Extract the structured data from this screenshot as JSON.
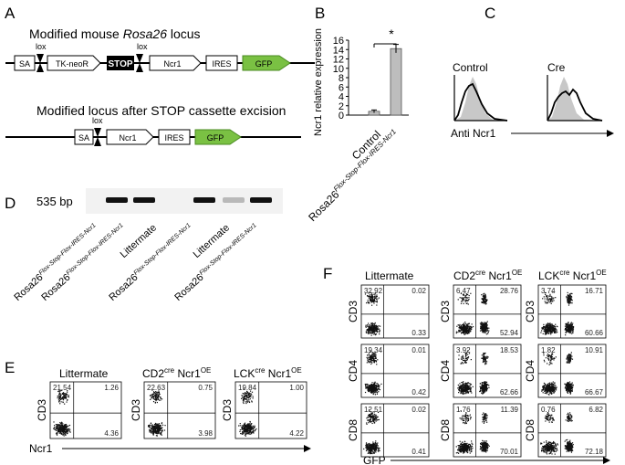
{
  "panels": {
    "a": "A",
    "b": "B",
    "c": "C",
    "d": "D",
    "e": "E",
    "f": "F"
  },
  "panel_a": {
    "title1": "Modified mouse ",
    "title1_italic": "Rosa26",
    "title1_tail": " locus",
    "title2": "Modified locus  after STOP cassette excision",
    "lox": "lox",
    "boxes1": [
      "SA",
      "TK-neoR",
      "STOP",
      "Ncr1",
      "IRES",
      "GFP"
    ],
    "boxes2": [
      "SA",
      "Ncr1",
      "IRES",
      "GFP"
    ]
  },
  "panel_b": {
    "ylabel": "Ncr1 relative expression",
    "star": "*",
    "cat_control": "Control",
    "cat_rosa_main": "Rosa26",
    "cat_rosa_sup": "Flox-Stop-Flox-IRES-Ncr1"
  },
  "chart_data": {
    "type": "bar",
    "categories": [
      "Control",
      "Rosa26Flox-Stop-Flox-IRES-Ncr1"
    ],
    "values": [
      0.8,
      14.2
    ],
    "errors": [
      0.3,
      0.9
    ],
    "ylim": [
      0,
      16
    ],
    "yticks": [
      0,
      2,
      4,
      6,
      8,
      10,
      12,
      14,
      16
    ],
    "ylabel": "Ncr1 relative expression",
    "significance": "*"
  },
  "panel_c": {
    "control": "Control",
    "cre": "Cre",
    "xlabel": "Anti Ncr1"
  },
  "panel_d": {
    "band_label": "535 bp",
    "lane_labels": [
      {
        "main": "Rosa26",
        "sup": "Flox-Stop-Flox-IRES-Ncr1"
      },
      {
        "main": "Rosa26",
        "sup": "Flox-Stop-Flox-IRES-Ncr1"
      },
      {
        "main": "Littermate",
        "sup": ""
      },
      {
        "main": "Rosa26",
        "sup": "Flox-Stop-Flox-IRES-Ncr1"
      },
      {
        "main": "Littermate",
        "sup": ""
      },
      {
        "main": "Rosa26",
        "sup": "Flox-Stop-Flox-IRES-Ncr1"
      }
    ],
    "bands": [
      1,
      1,
      0,
      1,
      0.25,
      1
    ]
  },
  "panel_e": {
    "titles": [
      {
        "a": "Littermate",
        "sup": "",
        "b": ""
      },
      {
        "a": "CD2",
        "sup": "cre",
        "b": " Ncr1",
        "sup2": "OE"
      },
      {
        "a": "LCK",
        "sup": "cre",
        "b": " Ncr1",
        "sup2": "OE"
      }
    ],
    "ylabel": "CD3",
    "xlabel": "Ncr1",
    "quadrants": [
      [
        "21.54",
        "1.26",
        "4.36"
      ],
      [
        "22.63",
        "0.75",
        "3.98"
      ],
      [
        "19.84",
        "1.00",
        "4.22"
      ]
    ]
  },
  "panel_f": {
    "titles": [
      {
        "a": "Littermate",
        "sup": "",
        "b": "",
        "sup2": ""
      },
      {
        "a": "CD2",
        "sup": "cre",
        "b": " Ncr1",
        "sup2": "OE"
      },
      {
        "a": "LCK",
        "sup": "cre",
        "b": " Ncr1",
        "sup2": "OE"
      }
    ],
    "rows": [
      "CD3",
      "CD4",
      "CD8"
    ],
    "xlabel": "GFP",
    "quadrants": [
      [
        [
          "32.92",
          "0.02",
          "0.33"
        ],
        [
          "6.47",
          "28.76",
          "52.94"
        ],
        [
          "3.74",
          "16.71",
          "60.66"
        ]
      ],
      [
        [
          "19.34",
          "0.01",
          "0.42"
        ],
        [
          "3.92",
          "18.53",
          "62.66"
        ],
        [
          "1.82",
          "10.91",
          "66.67"
        ]
      ],
      [
        [
          "12.51",
          "0.02",
          "0.41"
        ],
        [
          "1.76",
          "11.39",
          "70.01"
        ],
        [
          "0.76",
          "6.82",
          "72.18"
        ]
      ]
    ]
  }
}
